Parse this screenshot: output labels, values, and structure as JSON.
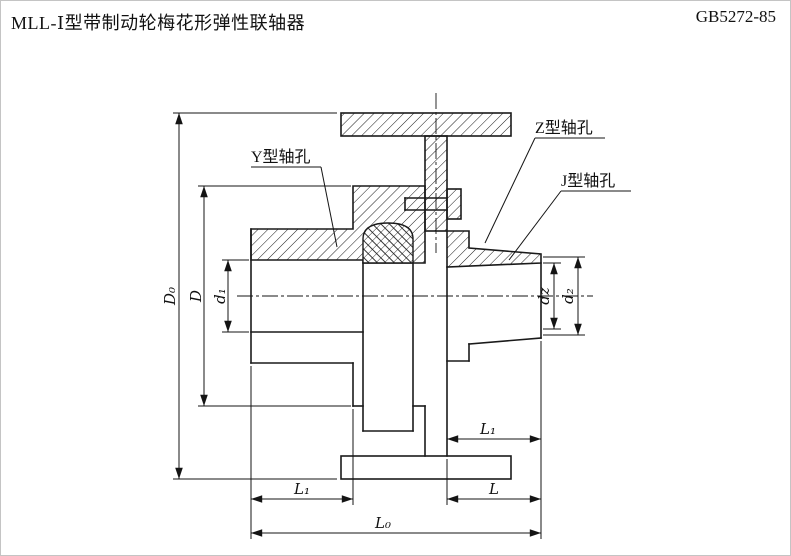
{
  "page": {
    "title": "MLL-Ⅰ型带制动轮梅花形弹性联轴器",
    "standard": "GB5272-85"
  },
  "drawing": {
    "labels": {
      "y_bore": "Y型轴孔",
      "z_bore": "Z型轴孔",
      "j_bore": "J型轴孔"
    },
    "dimensions": {
      "D0": "D₀",
      "D": "D",
      "d1": "d₁",
      "dz": "dz",
      "d2": "d₂",
      "L1_right": "L₁",
      "L1_left": "L₁",
      "L": "L",
      "L0": "L₀"
    },
    "colors": {
      "line": "#1a1a1a",
      "background": "#ffffff"
    }
  }
}
